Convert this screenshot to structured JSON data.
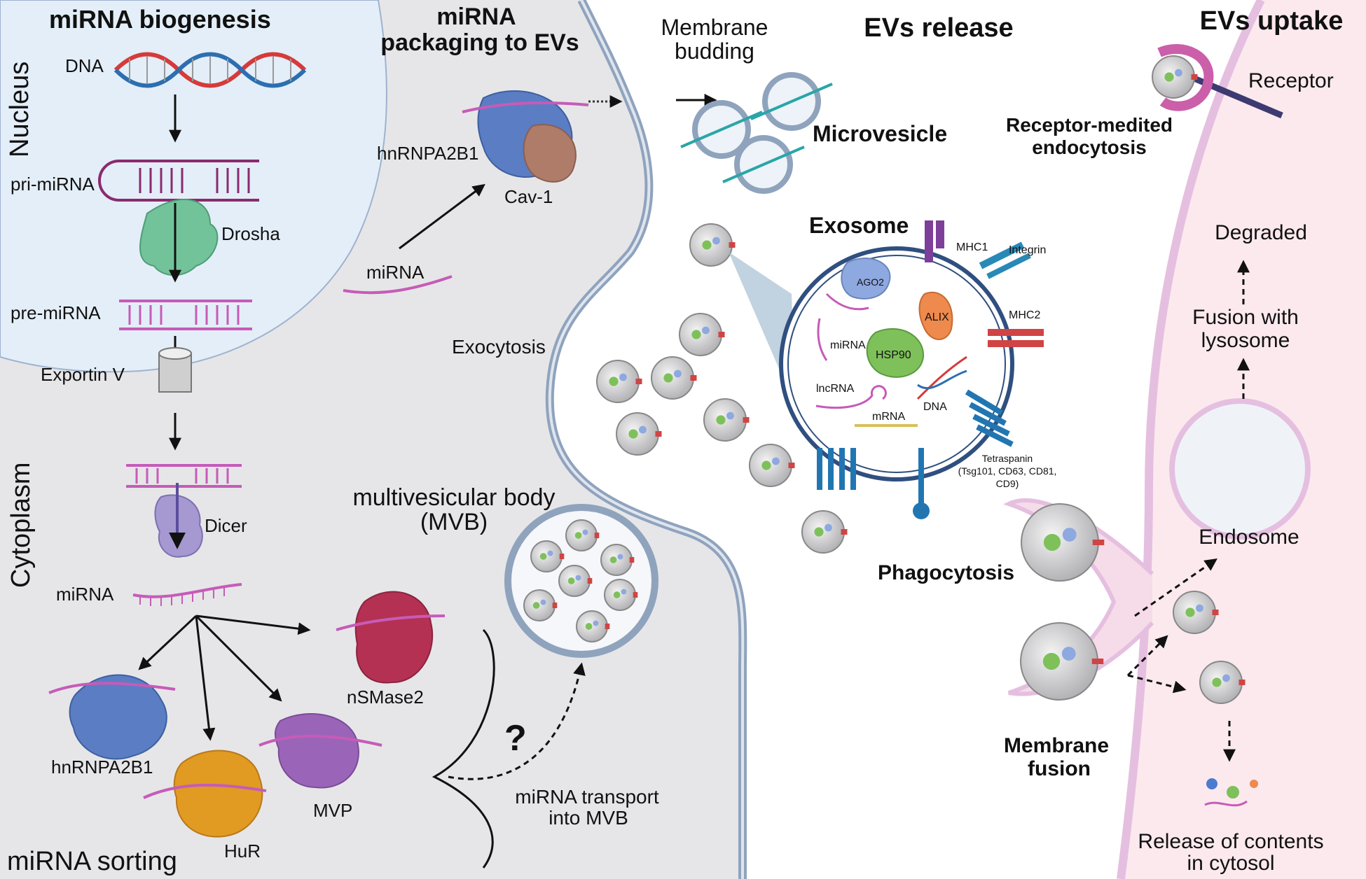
{
  "sections": {
    "biogenesis": "miRNA biogenesis",
    "packaging_line1": "miRNA",
    "packaging_line2": "packaging to EVs",
    "release": "EVs release",
    "uptake": "EVs uptake",
    "nucleus": "Nucleus",
    "cytoplasm": "Cytoplasm",
    "sorting": "miRNA sorting"
  },
  "biogenesis": {
    "dna": "DNA",
    "pri": "pri-miRNA",
    "drosha": "Drosha",
    "pre": "pre-miRNA",
    "exportin": "Exportin V",
    "dicer": "Dicer",
    "mirna": "miRNA"
  },
  "sorting": {
    "hnrnp": "hnRNPA2B1",
    "hur": "HuR",
    "mvp": "MVP",
    "nsmase": "nSMase2"
  },
  "packaging": {
    "hnrnp": "hnRNPA2B1",
    "cav": "Cav-1",
    "mirna": "miRNA",
    "exocytosis": "Exocytosis",
    "mvb_line1": "multivesicular body",
    "mvb_line2": "(MVB)",
    "question": "?",
    "transport_line1": "miRNA transport",
    "transport_line2": "into MVB"
  },
  "release": {
    "budding_line1": "Membrane",
    "budding_line2": "budding",
    "microvesicle": "Microvesicle",
    "exosome": "Exosome",
    "mhc1": "MHC1",
    "integrin": "Integrin",
    "mhc2": "MHC2",
    "ago2": "AGO2",
    "alix": "ALIX",
    "hsp90": "HSP90",
    "mirna": "miRNA",
    "lncrna": "lncRNA",
    "dna": "DNA",
    "mrna": "mRNA",
    "tetra_line1": "Tetraspanin",
    "tetra_line2": "(Tsg101, CD63, CD81,",
    "tetra_line3": "CD9)"
  },
  "uptake": {
    "receptor": "Receptor",
    "rme_line1": "Receptor-medited",
    "rme_line2": "endocytosis",
    "degraded": "Degraded",
    "fusion_lyso_line1": "Fusion with",
    "fusion_lyso_line2": "lysosome",
    "endosome": "Endosome",
    "phagocytosis": "Phagocytosis",
    "membrane_fusion_line1": "Membrane",
    "membrane_fusion_line2": "fusion",
    "release_line1": "Release of contents",
    "release_line2": "in cytosol"
  },
  "colors": {
    "nucleus": "#e3eef8",
    "cytoplasm": "#e6e6e8",
    "membrane": "#8fa3bd",
    "rna_pink": "#c65bb8",
    "dna_red": "#d63a3a",
    "dna_blue": "#2c6fb0",
    "host_cell": "#fbe9ee",
    "host_membrane": "#e5bfe0"
  }
}
